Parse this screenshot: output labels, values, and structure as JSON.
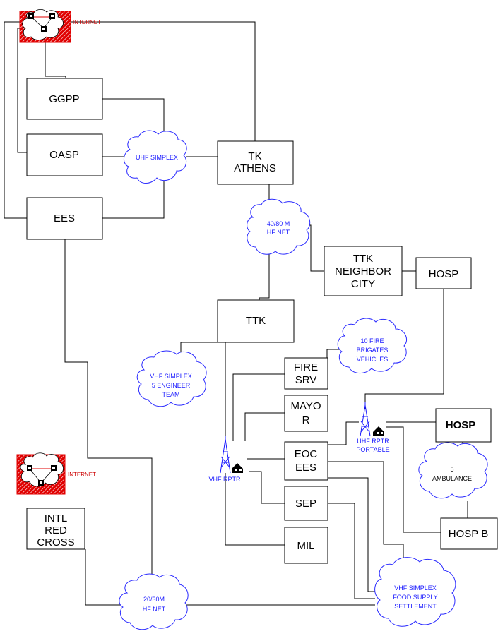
{
  "internet_top": {
    "label": "INTERNET"
  },
  "internet_bottom": {
    "label": "INTERNET"
  },
  "boxes": {
    "ggpp": [
      "GGPP"
    ],
    "oasp": [
      "OASP"
    ],
    "ees": [
      "EES"
    ],
    "tk_athens": [
      "TK",
      "ATHENS"
    ],
    "ttk_neighbor": [
      "TTK",
      "NEIGHBOR",
      "CITY"
    ],
    "hosp_top": [
      "HOSP"
    ],
    "ttk": [
      "TTK"
    ],
    "fire_srv": [
      "FIRE",
      "SRV"
    ],
    "mayor": [
      "MAYO",
      "R"
    ],
    "eoc_ees": [
      "EOC",
      "EES"
    ],
    "sep": [
      "SEP"
    ],
    "mil": [
      "MIL"
    ],
    "hosp_mid": [
      "HOSP"
    ],
    "hosp_b": [
      "HOSP B"
    ],
    "intl_red_cross": [
      "INTL",
      "RED",
      "CROSS"
    ]
  },
  "clouds": {
    "uhf_simplex": [
      "UHF SIMPLEX"
    ],
    "hf_40_80": [
      "40/80 M",
      "HF NET"
    ],
    "fire_vehicles": [
      "10 FIRE",
      "BRIGATES",
      "VEHICLES"
    ],
    "vhf_engineer": [
      "VHF SIMPLEX",
      "5 ENGINEER",
      "TEAM"
    ],
    "ambulance": [
      "5",
      "AMBULANCE"
    ],
    "hf_20_30": [
      "20/30M",
      "HF NET"
    ],
    "vhf_food": [
      "VHF SIMPLEX",
      "FOOD SUPPLY",
      "SETTLEMENT"
    ]
  },
  "repeaters": {
    "vhf_rptr": [
      "VHF RPTR"
    ],
    "uhf_rptr": [
      "UHF RPTR",
      "PORTABLE"
    ]
  },
  "colors": {
    "line": "#000000",
    "cloud_stroke": "#2b2bff",
    "cloud_text": "#1a1aff",
    "internet_red": "#e00000",
    "internet_label": "#cc0000"
  }
}
